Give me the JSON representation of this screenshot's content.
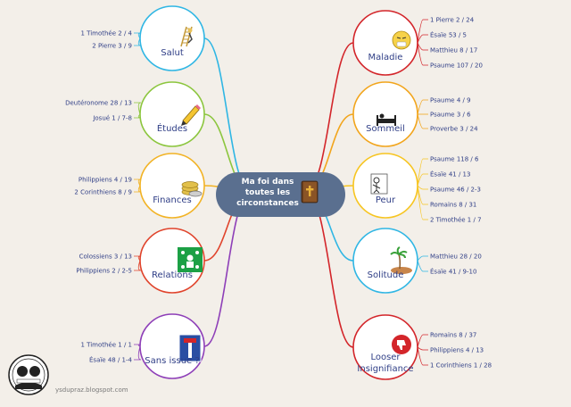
{
  "center": {
    "title_lines": [
      "Ma foi dans",
      "toutes les",
      "circonstances"
    ]
  },
  "topics": [
    {
      "id": "salut",
      "label": "Salut",
      "color": "#2fb6e4",
      "icon": "ladder-climber-icon",
      "refs": [
        "1 Timothée 2 / 4",
        "2 Pierre 3 / 9"
      ]
    },
    {
      "id": "etudes",
      "label": "Études",
      "color": "#8cc63e",
      "icon": "pencil-icon",
      "refs": [
        "Deutéronome 28 / 13",
        "Josué 1 / 7-8"
      ]
    },
    {
      "id": "finances",
      "label": "Finances",
      "color": "#f2b325",
      "icon": "coins-icon",
      "refs": [
        "Philippiens 4 / 19",
        "2 Corinthiens 8 / 9"
      ]
    },
    {
      "id": "relations",
      "label": "Relations",
      "color": "#e0432b",
      "icon": "group-icon",
      "refs": [
        "Colossiens 3 / 13",
        "Philippiens 2 / 2-5"
      ]
    },
    {
      "id": "sans-issue",
      "label": "Sans issue ?",
      "color": "#8e3fb8",
      "icon": "dead-end-sign-icon",
      "refs": [
        "1 Timothée 1 / 1",
        "Ésaïe 48 / 1-4"
      ]
    },
    {
      "id": "maladie",
      "label": "Maladie",
      "color": "#d3252a",
      "icon": "sick-face-icon",
      "refs": [
        "1 Pierre 2 / 24",
        "Ésaïe 53 / 5",
        "Matthieu 8 / 17",
        "Psaume 107 / 20"
      ]
    },
    {
      "id": "sommeil",
      "label": "Sommeil",
      "color": "#f2a51c",
      "icon": "bed-icon",
      "refs": [
        "Psaume 4 / 9",
        "Psaume 3 / 6",
        "Proverbe 3 / 24"
      ]
    },
    {
      "id": "peur",
      "label": "Peur",
      "color": "#f7c521",
      "icon": "frightened-person-icon",
      "refs": [
        "Psaume 118 / 6",
        "Ésaïe 41 / 13",
        "Psaume 46 / 2-3",
        "Romains 8 / 31",
        "2 Timothée 1 / 7"
      ]
    },
    {
      "id": "solitude",
      "label": "Solitude",
      "color": "#2fb6e4",
      "icon": "desert-island-icon",
      "refs": [
        "Matthieu 28 / 20",
        "Ésaïe 41 / 9-10"
      ]
    },
    {
      "id": "looser",
      "label_lines": [
        "Looser",
        "Insignifiance"
      ],
      "color": "#d3252a",
      "icon": "thumbs-down-icon",
      "refs": [
        "Romains 8 / 37",
        "Philippiens 4 / 13",
        "1 Corinthiens 1 / 28"
      ]
    }
  ],
  "colors": {
    "background": "#f3efe9",
    "center_fill": "#5a6f8f",
    "ref_text": "#2f3e86",
    "label_text": "#2f3e86"
  },
  "footer": {
    "credit": "ysdupraz.blogspot.com"
  }
}
